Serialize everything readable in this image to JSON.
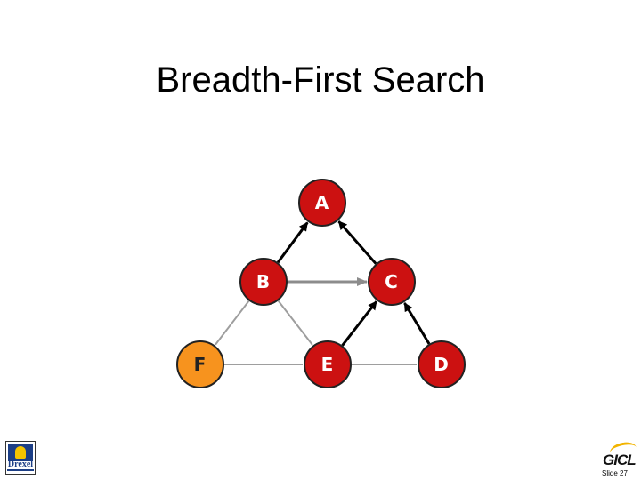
{
  "slide": {
    "title": "Breadth-First Search",
    "slide_number": "Slide 27"
  },
  "graph": {
    "nodes": [
      {
        "id": "A",
        "label": "A",
        "color": "#cc1111"
      },
      {
        "id": "B",
        "label": "B",
        "color": "#cc1111"
      },
      {
        "id": "C",
        "label": "C",
        "color": "#cc1111"
      },
      {
        "id": "F",
        "label": "F",
        "color": "#f7931e"
      },
      {
        "id": "E",
        "label": "E",
        "color": "#cc1111"
      },
      {
        "id": "D",
        "label": "D",
        "color": "#cc1111"
      }
    ],
    "edges": [
      {
        "from": "B",
        "to": "A",
        "style": "tree-arrow",
        "color": "#000000"
      },
      {
        "from": "C",
        "to": "A",
        "style": "tree-arrow",
        "color": "#000000"
      },
      {
        "from": "E",
        "to": "C",
        "style": "tree-arrow",
        "color": "#000000"
      },
      {
        "from": "D",
        "to": "C",
        "style": "tree-arrow",
        "color": "#000000"
      },
      {
        "from": "B",
        "to": "C",
        "style": "gray-arrow",
        "color": "#8c8c8c"
      },
      {
        "from": "B",
        "to": "F",
        "style": "plain",
        "color": "#9e9e9e"
      },
      {
        "from": "B",
        "to": "E",
        "style": "plain",
        "color": "#9e9e9e"
      },
      {
        "from": "F",
        "to": "E",
        "style": "plain",
        "color": "#9e9e9e"
      },
      {
        "from": "E",
        "to": "D",
        "style": "plain",
        "color": "#9e9e9e"
      }
    ],
    "node_border_color": "#222222",
    "label_color": "#ffffff",
    "label_color_orange": "#222222"
  },
  "logos": {
    "left": "Drexel",
    "right": "GICL"
  }
}
